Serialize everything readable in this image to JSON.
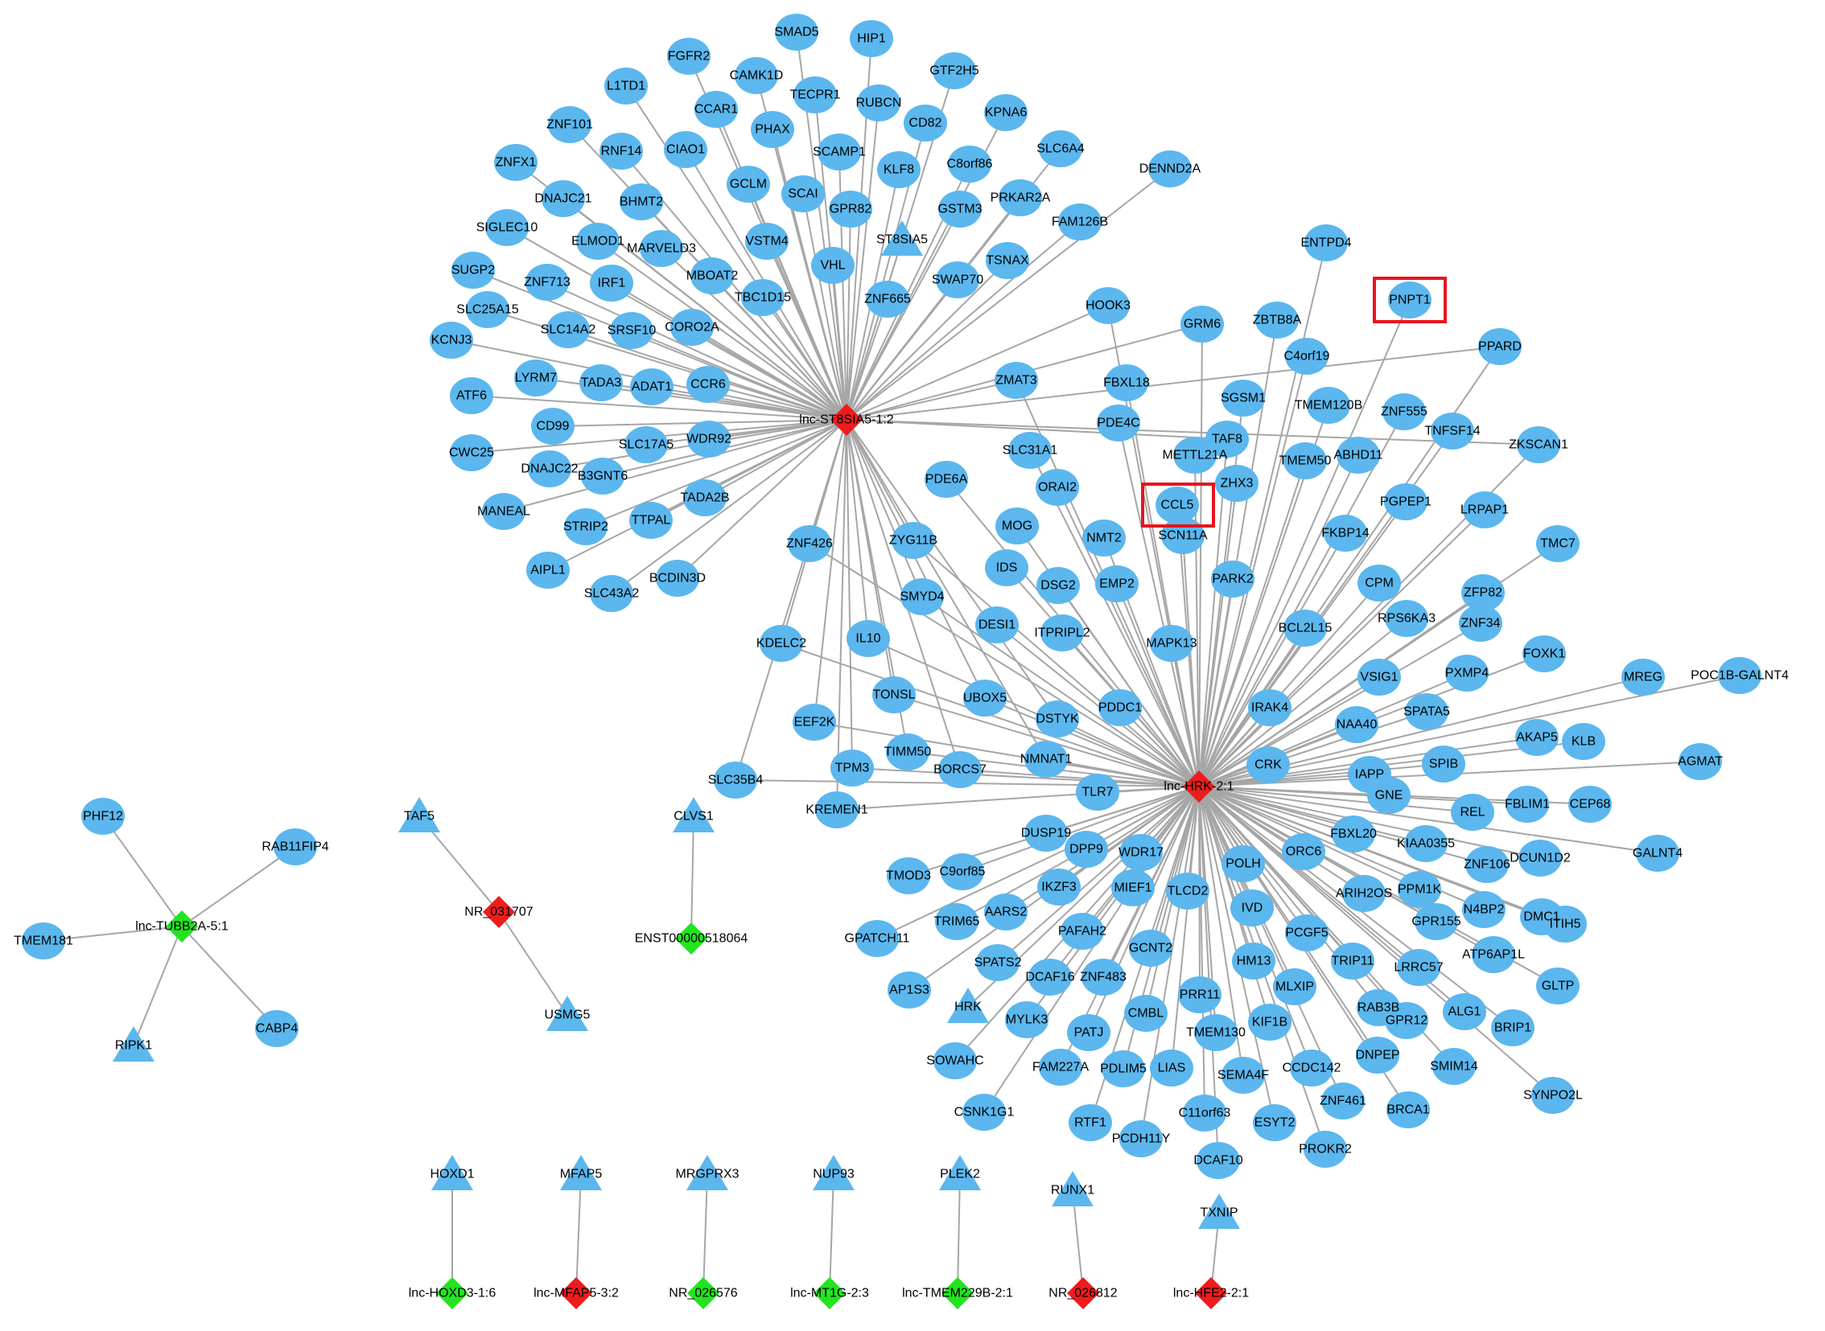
{
  "diagram": {
    "hubs": [
      {
        "id": "h1",
        "label": "lnc-ST8SIA5-1:2",
        "color": "red"
      },
      {
        "id": "h2",
        "label": "lnc-HRK-2:1",
        "color": "red"
      }
    ],
    "hub1_targets": [
      "FGFR2",
      "SMAD5",
      "HIP1",
      "CAMK1D",
      "GTF2H5",
      "L1TD1",
      "CCAR1",
      "TECPR1",
      "RUBCN",
      "ZNF101",
      "PHAX",
      "CD82",
      "KPNA6",
      "RNF14",
      "CIAO1",
      "SCAMP1",
      "ZNFX1",
      "DNAJC21",
      "BHMT2",
      "GCLM",
      "SCAI",
      "KLF8",
      "C8orf86",
      "SLC6A4",
      "GPR82",
      "GSTM3",
      "PRKAR2A",
      "DENND2A",
      "SIGLEC10",
      "ELMOD1",
      "MARVELD3",
      "VSTM4",
      "ST8SIA5",
      "FAM126B",
      "SUGP2",
      "ZNF713",
      "IRF1",
      "MBOAT2",
      "VHL",
      "SWAP70",
      "TSNAX",
      "SLC25A15",
      "TBC1D15",
      "ZNF665",
      "KCNJ3",
      "SLC14A2",
      "SRSF10",
      "CORO2A",
      "LYRM7",
      "TADA3",
      "ADAT1",
      "CCR6",
      "ATF6",
      "CD99",
      "WDR92",
      "CWC25",
      "SLC17A5",
      "DNAJC22",
      "B3GNT6",
      "MANEAL",
      "TADA2B",
      "STRIP2",
      "TTPAL",
      "AIPL1",
      "SLC43A2",
      "BCDIN3D",
      "ZNF426",
      "KDELC2",
      "IL10",
      "EEF2K",
      "SLC35B4",
      "TPM3",
      "KREMEN1",
      "ZYG11B",
      "SMYD4",
      "TONSL",
      "TIMM50",
      "BORCS7",
      "UBOX5",
      "NMNAT1",
      "DSTYK",
      "HOOK3",
      "ZMAT3",
      "GRM6"
    ],
    "hub2_targets": [
      "ENTPD4",
      "ZBTB8A",
      "PNPT1",
      "C4orf19",
      "PPARD",
      "FBXL18",
      "TMEM120B",
      "ZNF555",
      "PDE4C",
      "SGSM1",
      "TNFSF14",
      "ZKSCAN1",
      "SLC31A1",
      "METTL21A",
      "TAF8",
      "ABHD11",
      "TMEM50",
      "ORAI2",
      "ZHX3",
      "CCL5",
      "PGPEP1",
      "LRPAP1",
      "PDE6A",
      "MOG",
      "NMT2",
      "SCN11A",
      "FKBP14",
      "TMC7",
      "IDS",
      "DSG2",
      "EMP2",
      "PARK2",
      "CPM",
      "ZFP82",
      "RPS6KA3",
      "ZNF34",
      "DESI1",
      "ITPRIPL2",
      "BCL2L15",
      "MAPK13",
      "FOXK1",
      "VSIG1",
      "PXMP4",
      "MREG",
      "POC1B-GALNT4",
      "PDDC1",
      "IRAK4",
      "SPATA5",
      "NAA40",
      "AKAP5",
      "KLB",
      "CRK",
      "SPIB",
      "AGMAT",
      "TLR7",
      "IAPP",
      "GNE",
      "REL",
      "FBLIM1",
      "CEP68",
      "DUSP19",
      "DPP9",
      "WDR17",
      "FBXL20",
      "KIAA0355",
      "ZNF106",
      "DCUN1D2",
      "GALNT4",
      "TMOD3",
      "C9orf85",
      "IKZF3",
      "ORC6",
      "POLH",
      "PPM1K",
      "AARS2",
      "TRIM65",
      "MIEF1",
      "TLCD2",
      "ARIH2OS",
      "N4BP2",
      "DMC1",
      "GPR155",
      "ITIH5",
      "GPATCH11",
      "PAFAH2",
      "IVD",
      "PCGF5",
      "ATP6AP1L",
      "SPATS2",
      "GCNT2",
      "DCAF16",
      "ZNF483",
      "HM13",
      "TRIP11",
      "LRRC57",
      "AP1S3",
      "MLXIP",
      "GLTP",
      "HRK",
      "CMBL",
      "PRR11",
      "RAB3B",
      "ALG1",
      "MYLK3",
      "TMEM130",
      "KIF1B",
      "GPR12",
      "BRIP1",
      "PATJ",
      "SOWAHC",
      "FAM227A",
      "PDLIM5",
      "LIAS",
      "CCDC142",
      "DNPEP",
      "SMIM14",
      "SEMA4F",
      "ZNF461",
      "CSNK1G1",
      "RTF1",
      "C11orf63",
      "BRCA1",
      "SYNPO2L",
      "PCDH11Y",
      "ESYT2",
      "PROKR2",
      "DCAF10"
    ],
    "clusters": [
      {
        "hub": "lnc-TUBB2A-5:1",
        "color": "green",
        "targets": [
          "PHF12",
          "RAB11FIP4",
          "TMEM181",
          "CABP4",
          "RIPK1"
        ]
      },
      {
        "hub": "NR_031707",
        "color": "red",
        "targets": [
          "TAF5",
          "USMG5"
        ]
      },
      {
        "hub": "ENST00000518064",
        "color": "green",
        "targets": [
          "CLVS1"
        ]
      },
      {
        "hub": "lnc-HOXD3-1:6",
        "color": "green",
        "targets": [
          "HOXD1"
        ]
      },
      {
        "hub": "lnc-MFAP5-3:2",
        "color": "red",
        "targets": [
          "MFAP5"
        ]
      },
      {
        "hub": "NR_026576",
        "color": "green",
        "targets": [
          "MRGPRX3"
        ]
      },
      {
        "hub": "lnc-MT1G-2:3",
        "color": "green",
        "targets": [
          "NUP93"
        ]
      },
      {
        "hub": "lnc-TMEM229B-2:1",
        "color": "green",
        "targets": [
          "PLEK2"
        ]
      },
      {
        "hub": "NR_026812",
        "color": "red",
        "targets": [
          "RUNX1"
        ]
      },
      {
        "hub": "lnc-HFE2-2:1",
        "color": "red",
        "targets": [
          "TXNIP"
        ]
      }
    ],
    "triangle_nodes": [
      "ST8SIA5",
      "HRK",
      "RIPK1",
      "TAF5",
      "USMG5",
      "CLVS1",
      "HOXD1",
      "MFAP5",
      "MRGPRX3",
      "NUP93",
      "PLEK2",
      "RUNX1",
      "TXNIP"
    ],
    "highlighted_nodes": [
      "PNPT1",
      "CCL5"
    ],
    "colors": {
      "mrna_node": "#5bb7ee",
      "lnc_up": "#ee1c1c",
      "lnc_down": "#22e51f",
      "edge": "#a6a6a6",
      "highlight_box": "#e8141c"
    }
  }
}
